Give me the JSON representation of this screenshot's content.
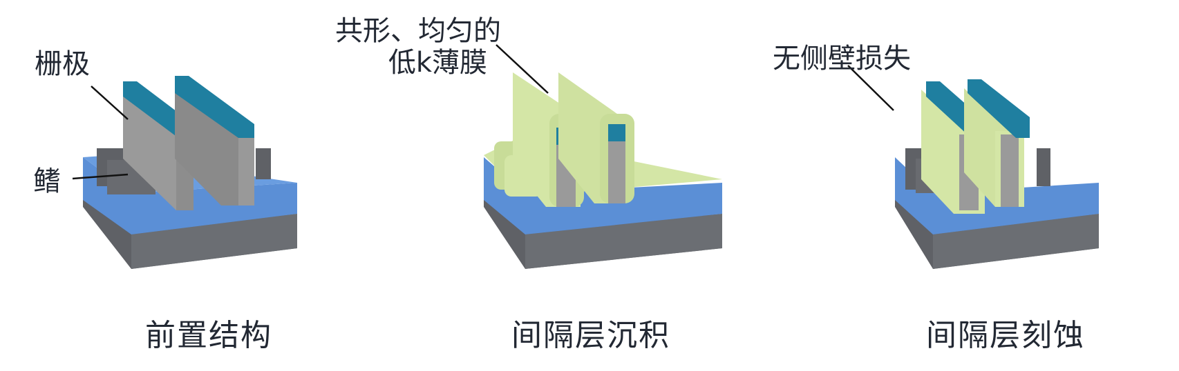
{
  "panels": [
    {
      "id": "pre-structure",
      "caption": "前置结构",
      "labels": [
        {
          "text": "栅极",
          "target": "gate"
        },
        {
          "text": "鳍",
          "target": "fin"
        }
      ]
    },
    {
      "id": "spacer-deposition",
      "caption": "间隔层沉积",
      "labels": [
        {
          "line1": "共形、均匀的",
          "line2": "低k薄膜",
          "target": "low-k-film"
        }
      ]
    },
    {
      "id": "spacer-etch",
      "caption": "间隔层刻蚀",
      "labels": [
        {
          "text": "无侧壁损失",
          "target": "spacer-sidewall"
        }
      ]
    }
  ],
  "colors": {
    "substrate_gray": "#6b6e73",
    "substrate_dark": "#5a5c61",
    "oxide_blue": "#5b8fd6",
    "oxide_blue_top": "#6a9de0",
    "gate_gray": "#9a9a9a",
    "gate_gray_side": "#858585",
    "cap_teal": "#1f7fa0",
    "cap_teal_dark": "#196a86",
    "fin_dark": "#5f6166",
    "lowk_green": "#d4e6a6",
    "lowk_green_dark": "#c1d68e",
    "text": "#222833"
  }
}
